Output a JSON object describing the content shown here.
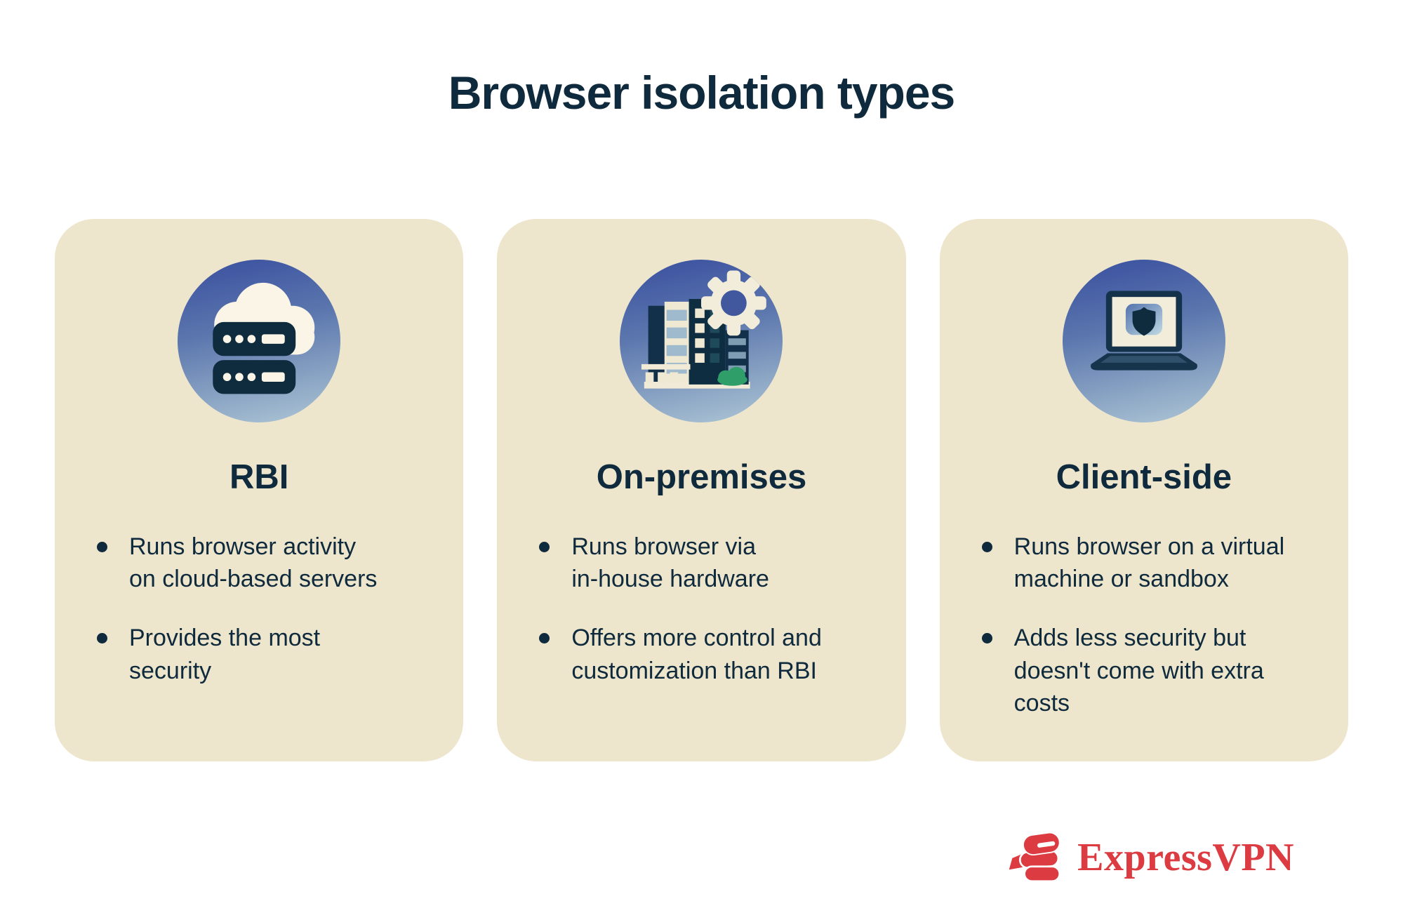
{
  "title": "Browser isolation types",
  "colors": {
    "background": "#ffffff",
    "card_background": "#EDE6CD",
    "text_navy": "#0F2A3C",
    "icon_circle_gradient_start": "#3C52A0",
    "icon_circle_gradient_end": "#A9C2D3",
    "icon_cream": "#F4EEDC",
    "bush_green": "#2F9E68",
    "brand_red": "#DC3B42"
  },
  "cards": [
    {
      "icon": "cloud-servers-icon",
      "title": "RBI",
      "bullets": [
        "Runs browser activity\non cloud-based servers",
        "Provides the most\nsecurity"
      ]
    },
    {
      "icon": "building-gear-icon",
      "title": "On-premises",
      "bullets": [
        "Runs browser via\nin-house hardware",
        "Offers more control and\ncustomization than RBI"
      ]
    },
    {
      "icon": "laptop-shield-icon",
      "title": "Client-side",
      "bullets": [
        "Runs browser on a virtual\nmachine or sandbox",
        "Adds less security but\ndoesn't come with extra\ncosts"
      ]
    }
  ],
  "footer": {
    "brand": "ExpressVPN"
  }
}
